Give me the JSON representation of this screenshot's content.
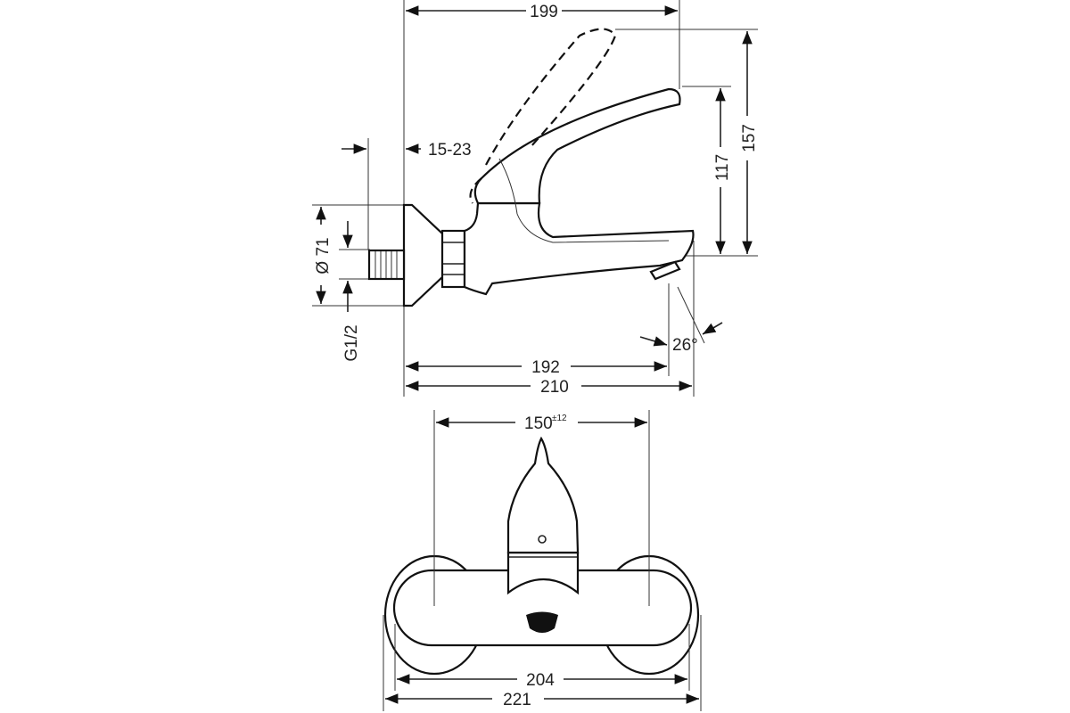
{
  "drawing": {
    "side_view": {
      "dims": {
        "overall_reach_top": "199",
        "total_height": "157",
        "lever_height": "117",
        "wall_adjust": "15-23",
        "flange_diameter": "Ø 71",
        "thread": "G1/2",
        "outlet_reach": "192",
        "overall_length": "210",
        "outlet_angle": "26°"
      }
    },
    "front_view": {
      "dims": {
        "centers": "150",
        "centers_tolerance": "±12",
        "body_width": "204",
        "overall_width": "221"
      }
    }
  }
}
